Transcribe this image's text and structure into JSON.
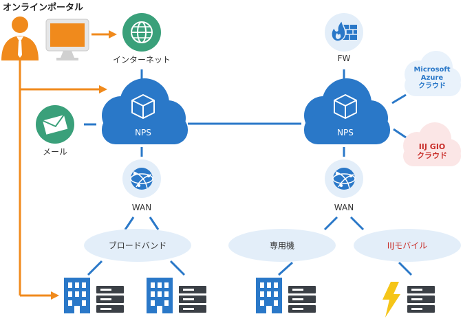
{
  "title": "オンラインポータル",
  "labels": {
    "internet": "インターネット",
    "fw": "FW",
    "mail": "メール",
    "nps_left": "NPS",
    "nps_right": "NPS",
    "wan_left": "WAN",
    "wan_right": "WAN"
  },
  "clouds": {
    "azure_line1": "Microsoft",
    "azure_line2": "Azure",
    "azure_line3": "クラウド",
    "gio_line1": "IIJ GIO",
    "gio_line2": "クラウド"
  },
  "access": {
    "broadband": "ブロードバンド",
    "leased": "専用機",
    "mobile": "IIJモバイル"
  },
  "colors": {
    "blue": "#2a78c8",
    "orange": "#f08a1c",
    "green": "#3aa07a",
    "ellipse": "#e3eef9",
    "cloud_light": "#e9f2fb",
    "cloud_pink": "#fbe6e6",
    "red": "#c9302c",
    "server": "#3b4046"
  }
}
